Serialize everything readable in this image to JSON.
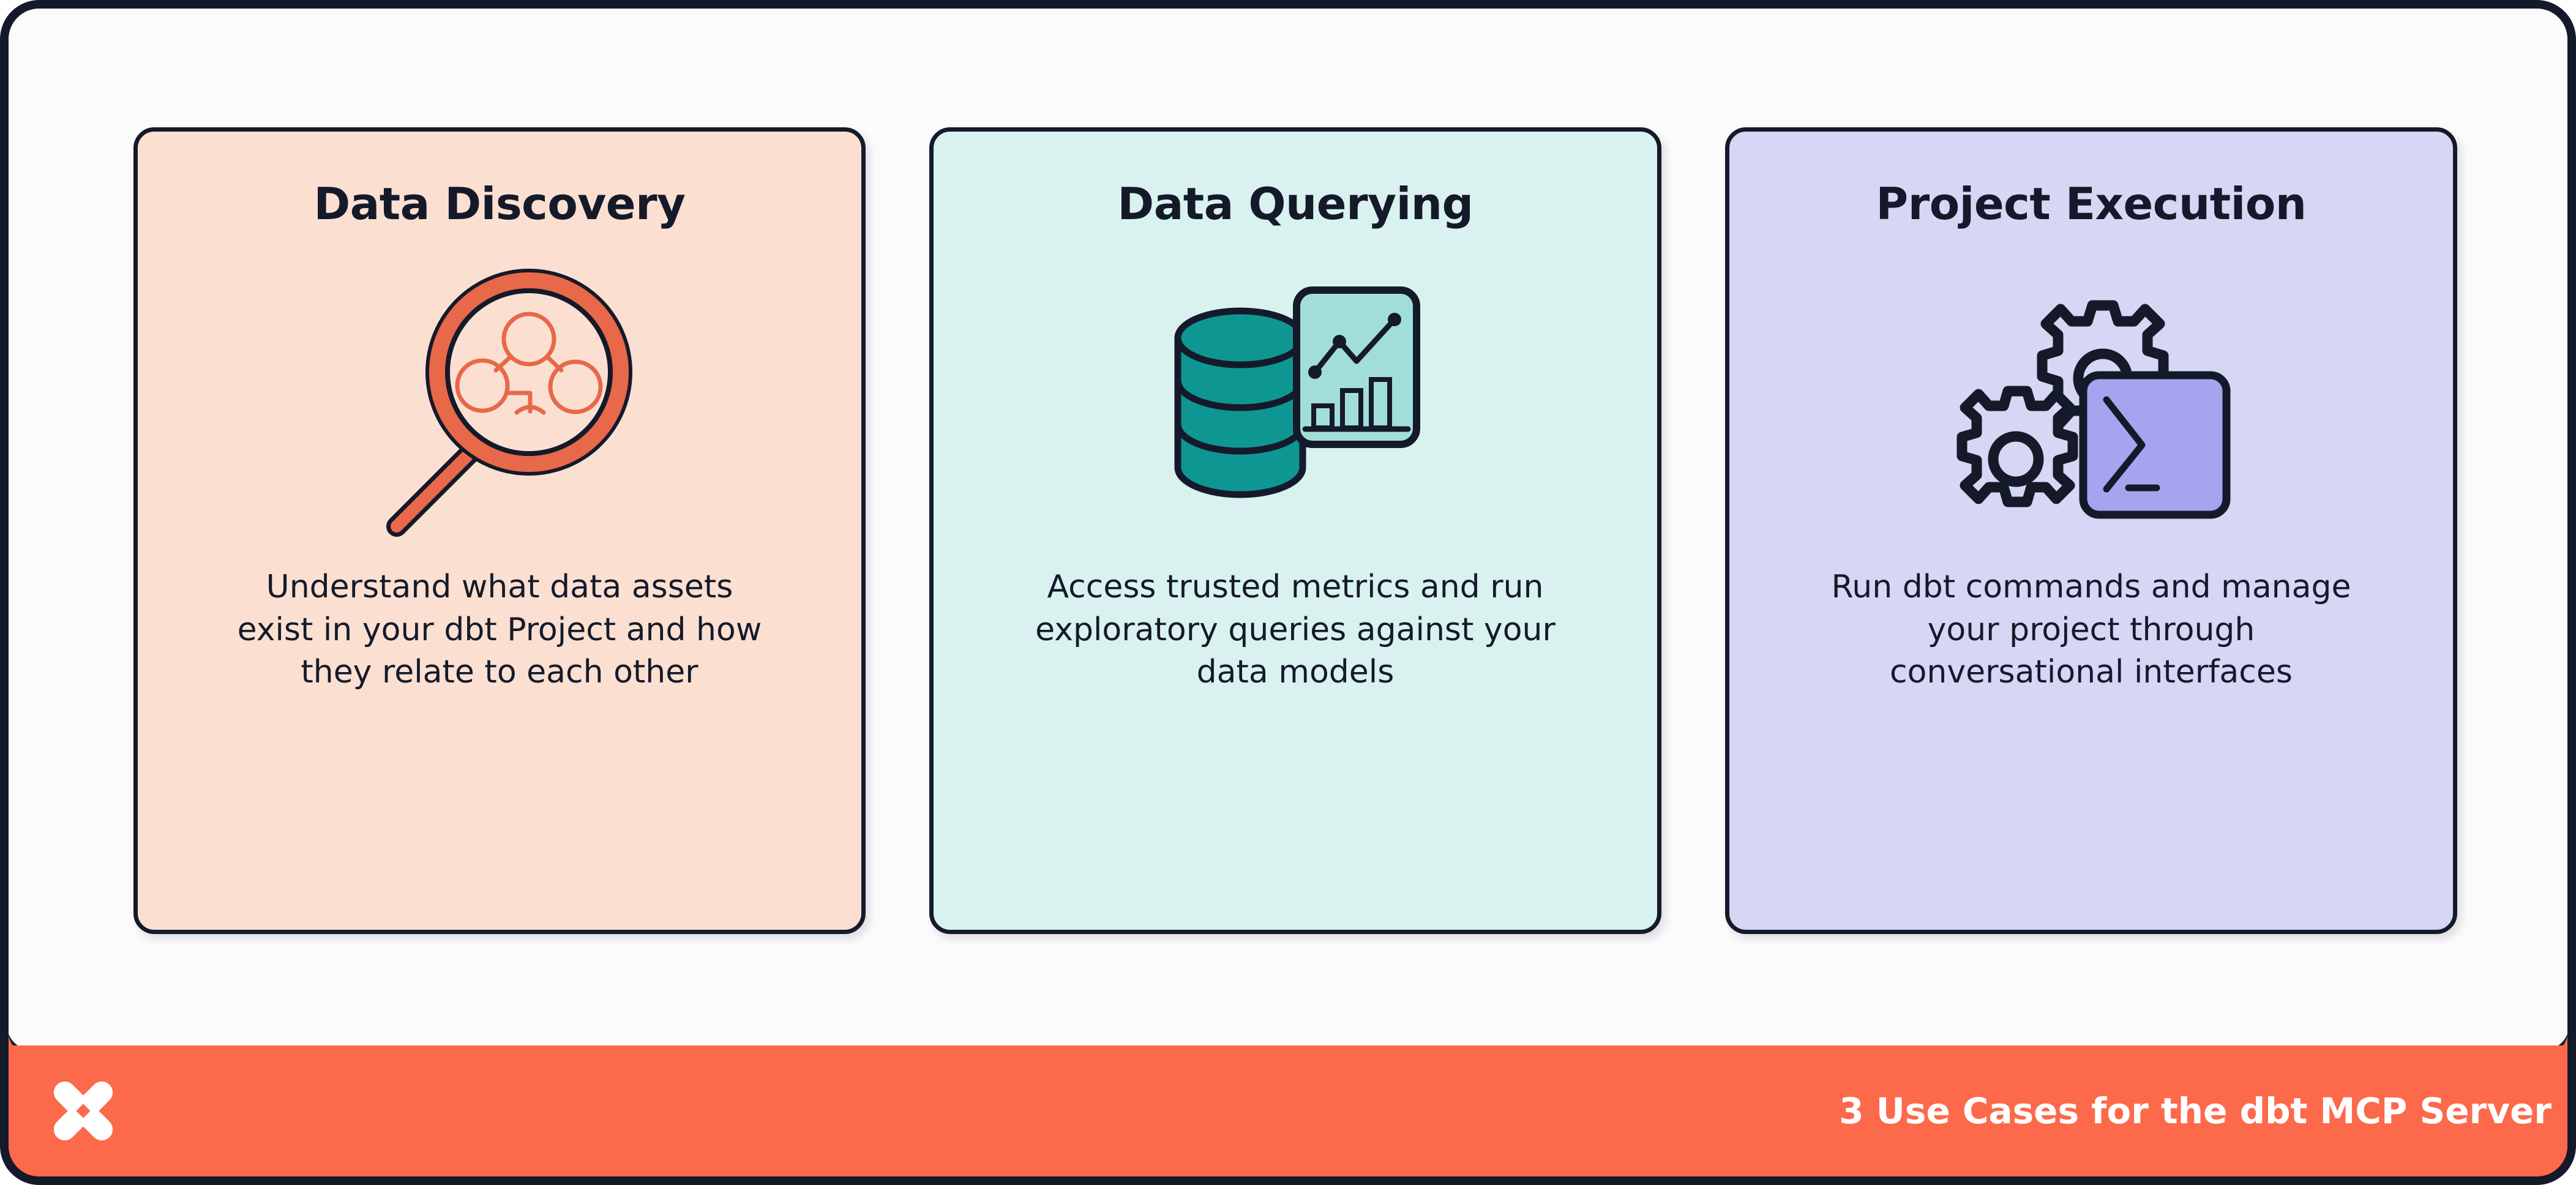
{
  "poster": {
    "frame_color": "#151A2B",
    "panel_color": "#FBFBFC",
    "accent_color": "#FC6A4B"
  },
  "cards": [
    {
      "id": "data-discovery",
      "title": "Data Discovery",
      "description": "Understand what data assets exist in your dbt Project and how they relate to each other",
      "bg_color": "#FBE0D2",
      "icon": "magnifying-glass-lineage-icon",
      "icon_accent": "#E8684A"
    },
    {
      "id": "data-querying",
      "title": "Data Querying",
      "description": "Access trusted metrics and run exploratory queries against your data models",
      "bg_color": "#D9F2F0",
      "icon": "database-analytics-icon",
      "icon_accent": "#0E9693"
    },
    {
      "id": "project-execution",
      "title": "Project Execution",
      "description": "Run dbt commands and manage your project through conversational interfaces",
      "bg_color": "#D6D6F5",
      "icon": "gears-terminal-icon",
      "icon_accent": "#A6A4EE"
    }
  ],
  "footer": {
    "logo": "dbt-logo-icon",
    "caption": "3 Use Cases for the dbt MCP Server",
    "bg_color": "#FC6A4B",
    "text_color": "#FFFFFF"
  }
}
